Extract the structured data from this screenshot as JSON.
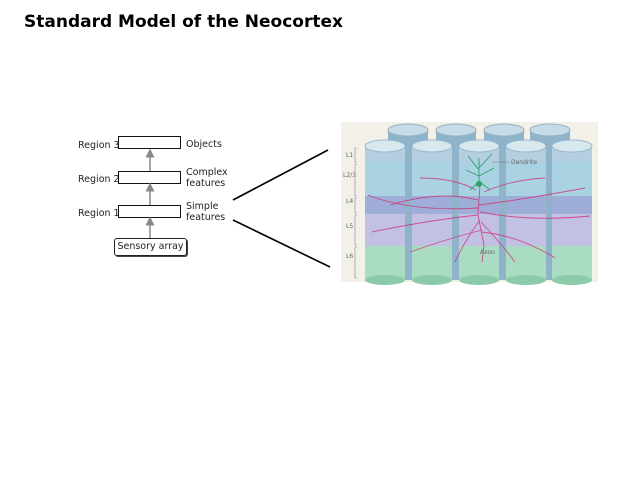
{
  "title": "Standard Model of the Neocortex",
  "hierarchy": {
    "regions": [
      "Region 3",
      "Region 2",
      "Region 1"
    ],
    "features": {
      "objects": "Objects",
      "complex_1": "Complex",
      "complex_2": "features",
      "simple_1": "Simple",
      "simple_2": "features"
    },
    "sensory_array": "Sensory array"
  },
  "illustration": {
    "layers": [
      "L1",
      "L2/3",
      "L4",
      "L5",
      "L6"
    ],
    "dendrite_label": "Dendrite",
    "axon_label": "Axon",
    "colors": {
      "column_top": "#9ab8cc",
      "layer_23": "#a9d2e2",
      "layer_4": "#9eaed9",
      "layer_5": "#c2c1e4",
      "layer_6": "#a9dcc2",
      "axon": "#cc3a7a",
      "dendrite": "#2fa06a"
    }
  }
}
